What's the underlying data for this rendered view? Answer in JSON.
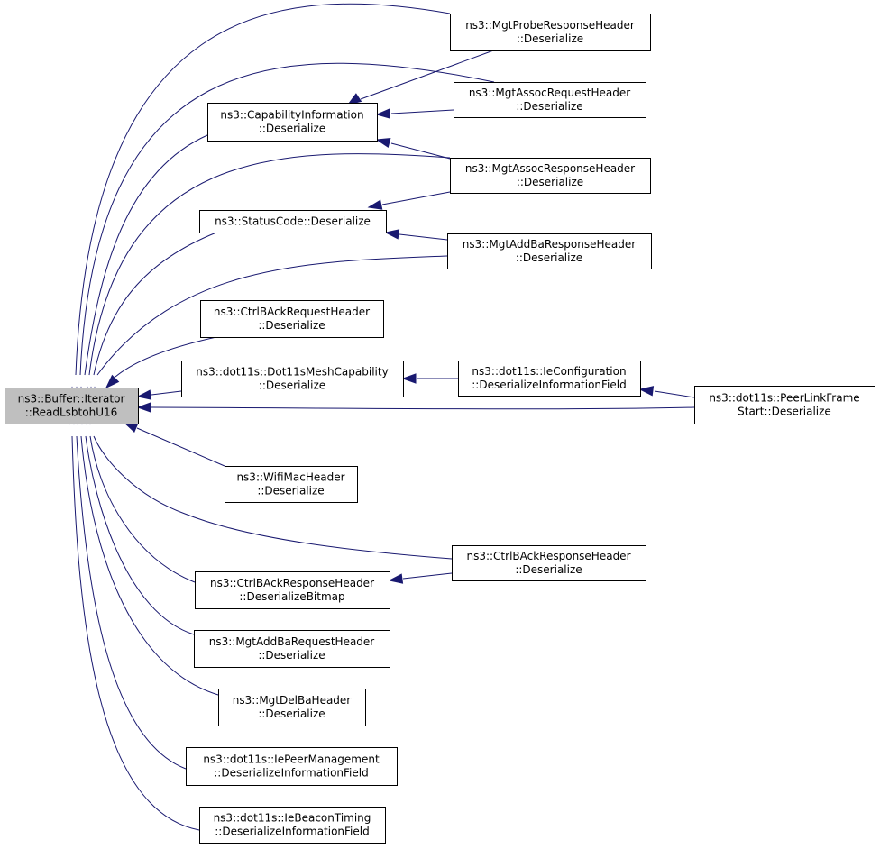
{
  "graph": {
    "root": {
      "id": "root",
      "line1": "ns3::Buffer::Iterator",
      "line2": "::ReadLsbtohU16"
    },
    "nodes": [
      {
        "id": "probe_resp",
        "line1": "ns3::MgtProbeResponseHeader",
        "line2": "::Deserialize"
      },
      {
        "id": "assoc_req",
        "line1": "ns3::MgtAssocRequestHeader",
        "line2": "::Deserialize"
      },
      {
        "id": "cap_info",
        "line1": "ns3::CapabilityInformation",
        "line2": "::Deserialize"
      },
      {
        "id": "assoc_resp",
        "line1": "ns3::MgtAssocResponseHeader",
        "line2": "::Deserialize"
      },
      {
        "id": "status_code",
        "line1": "ns3::StatusCode::Deserialize",
        "line2": ""
      },
      {
        "id": "addba_resp",
        "line1": "ns3::MgtAddBaResponseHeader",
        "line2": "::Deserialize"
      },
      {
        "id": "ctrl_bareq",
        "line1": "ns3::CtrlBAckRequestHeader",
        "line2": "::Deserialize"
      },
      {
        "id": "mesh_cap",
        "line1": "ns3::dot11s::Dot11sMeshCapability",
        "line2": "::Deserialize"
      },
      {
        "id": "ie_config",
        "line1": "ns3::dot11s::IeConfiguration",
        "line2": "::DeserializeInformationField"
      },
      {
        "id": "peer_link",
        "line1": "ns3::dot11s::PeerLinkFrame",
        "line2": "Start::Deserialize"
      },
      {
        "id": "wifi_mac",
        "line1": "ns3::WifiMacHeader",
        "line2": "::Deserialize"
      },
      {
        "id": "ctrl_baresp",
        "line1": "ns3::CtrlBAckResponseHeader",
        "line2": "::Deserialize"
      },
      {
        "id": "ctrl_baresp_bitmap",
        "line1": "ns3::CtrlBAckResponseHeader",
        "line2": "::DeserializeBitmap"
      },
      {
        "id": "addba_req",
        "line1": "ns3::MgtAddBaRequestHeader",
        "line2": "::Deserialize"
      },
      {
        "id": "delba",
        "line1": "ns3::MgtDelBaHeader",
        "line2": "::Deserialize"
      },
      {
        "id": "ie_peer",
        "line1": "ns3::dot11s::IePeerManagement",
        "line2": "::DeserializeInformationField"
      },
      {
        "id": "ie_beacon",
        "line1": "ns3::dot11s::IeBeaconTiming",
        "line2": "::DeserializeInformationField"
      }
    ],
    "edges": [
      {
        "from": "probe_resp",
        "to": "root"
      },
      {
        "from": "probe_resp",
        "to": "cap_info"
      },
      {
        "from": "assoc_req",
        "to": "root"
      },
      {
        "from": "assoc_req",
        "to": "cap_info"
      },
      {
        "from": "cap_info",
        "to": "root"
      },
      {
        "from": "assoc_resp",
        "to": "root"
      },
      {
        "from": "assoc_resp",
        "to": "cap_info"
      },
      {
        "from": "assoc_resp",
        "to": "status_code"
      },
      {
        "from": "status_code",
        "to": "root"
      },
      {
        "from": "addba_resp",
        "to": "root"
      },
      {
        "from": "addba_resp",
        "to": "status_code"
      },
      {
        "from": "ctrl_bareq",
        "to": "root"
      },
      {
        "from": "mesh_cap",
        "to": "root"
      },
      {
        "from": "ie_config",
        "to": "mesh_cap"
      },
      {
        "from": "peer_link",
        "to": "ie_config"
      },
      {
        "from": "peer_link",
        "to": "root"
      },
      {
        "from": "wifi_mac",
        "to": "root"
      },
      {
        "from": "ctrl_baresp",
        "to": "root"
      },
      {
        "from": "ctrl_baresp",
        "to": "ctrl_baresp_bitmap"
      },
      {
        "from": "ctrl_baresp_bitmap",
        "to": "root"
      },
      {
        "from": "addba_req",
        "to": "root"
      },
      {
        "from": "delba",
        "to": "root"
      },
      {
        "from": "ie_peer",
        "to": "root"
      },
      {
        "from": "ie_beacon",
        "to": "root"
      }
    ],
    "colors": {
      "edge": "#191970",
      "root_fill": "#bfbfbf",
      "node_fill": "#ffffff",
      "border": "#000000"
    }
  }
}
